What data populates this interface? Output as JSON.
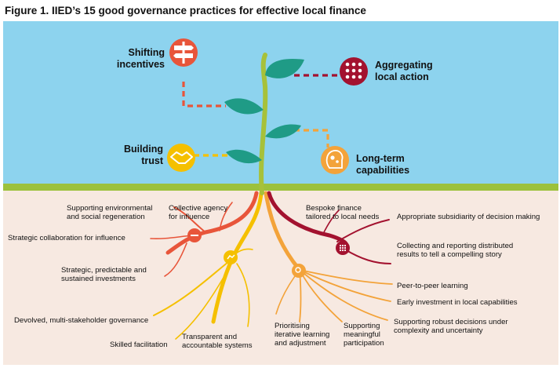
{
  "title": "Figure 1. IIED’s 15 good governance practices for effective local finance",
  "above_ground": [
    {
      "id": "shifting",
      "text": "Shifting\nincentives",
      "color": "#e8553a",
      "icon": "signpost-icon"
    },
    {
      "id": "aggregating",
      "text": "Aggregating\nlocal action",
      "color": "#a3122f",
      "icon": "dots-grid-icon"
    },
    {
      "id": "trust",
      "text": "Building\ntrust",
      "color": "#f5c000",
      "icon": "handshake-icon"
    },
    {
      "id": "longterm",
      "text": "Long-term\ncapabilities",
      "color": "#f3a33a",
      "icon": "head-gears-icon"
    }
  ],
  "practices": [
    "Supporting environmental\nand social regeneration",
    "Collective agency\nfor influence",
    "Strategic collaboration for influence",
    "Strategic, predictable and\nsustained investments",
    "Devolved, multi-stakeholder governance",
    "Skilled facilitation",
    "Transparent and\naccountable systems",
    "Bespoke finance\ntailored to local needs",
    "Appropriate subsidiarity of decision making",
    "Collecting and reporting distributed\nresults to tell a compelling story",
    "Peer-to-peer learning",
    "Early investment in local capabilities",
    "Supporting robust decisions under\ncomplexity and uncertainty",
    "Prioritising\niterative learning\nand adjustment",
    "Supporting\nmeaningful\nparticipation"
  ],
  "colors": {
    "sky": "#8dd3ee",
    "grass": "#9cc13c",
    "soil": "#f7e9e1",
    "stem": "#a7c13a",
    "leaf": "#1f9b86"
  }
}
